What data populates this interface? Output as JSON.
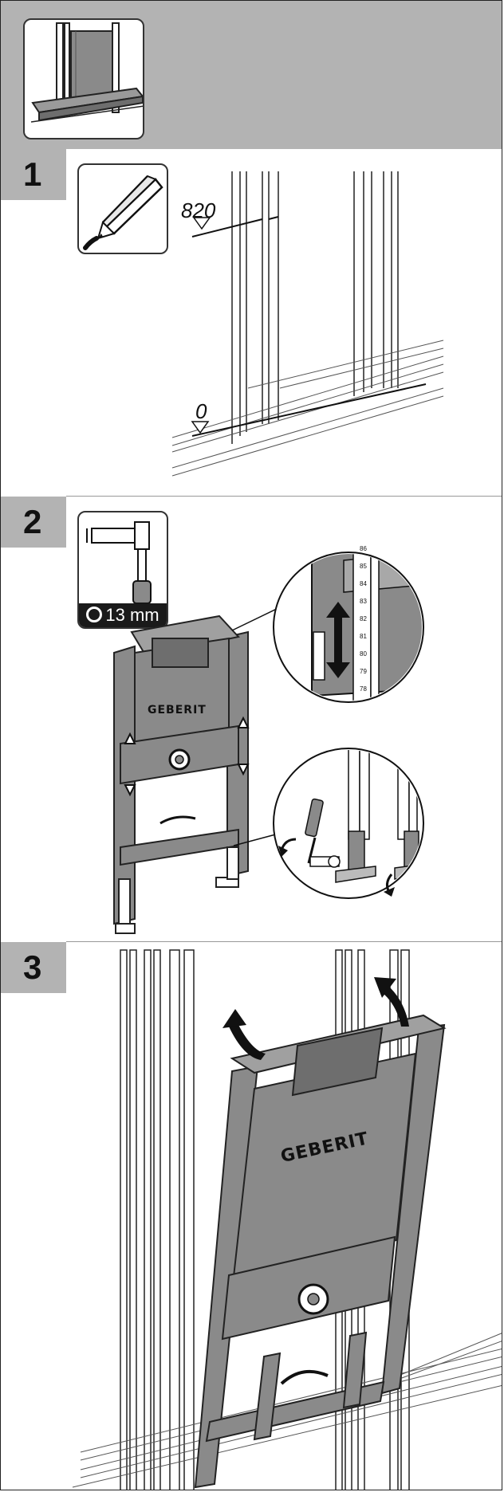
{
  "steps": [
    {
      "number": "1"
    },
    {
      "number": "2"
    },
    {
      "number": "3"
    }
  ],
  "step1": {
    "mark_top": "820",
    "mark_bottom": "0",
    "tool_icon": "pencil-icon"
  },
  "step2": {
    "tool_icon": "socket-wrench-icon",
    "wrench_size": "13 mm",
    "brand": "GEBERIT",
    "ruler_ticks": [
      "78",
      "79",
      "80",
      "81",
      "82",
      "83",
      "84",
      "85",
      "86"
    ]
  },
  "step3": {
    "brand": "GEBERIT"
  },
  "colors": {
    "band_gray": "#b3b3b3",
    "frame_gray": "#8a8a8a",
    "ink": "#111111"
  }
}
